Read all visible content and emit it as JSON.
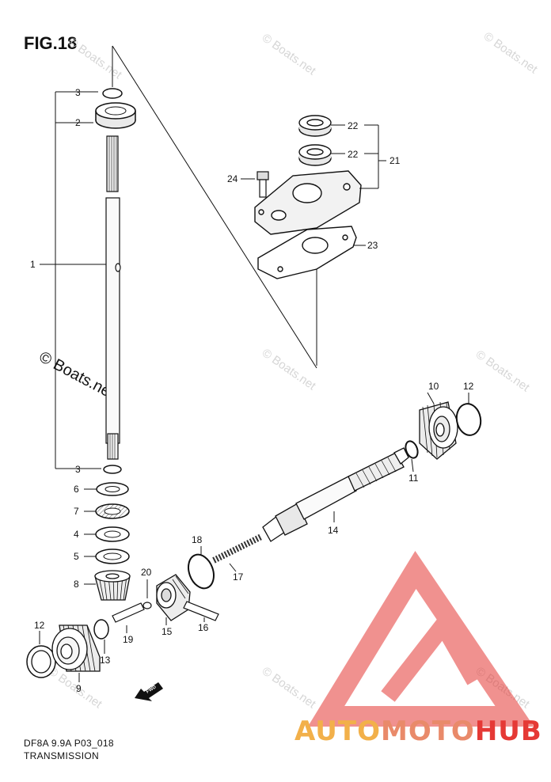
{
  "figure": {
    "title": "FIG.18",
    "code": "DF8A 9.9A P03_018",
    "subtitle": "TRANSMISSION"
  },
  "watermarks": [
    "© Boats.net",
    "© Boats.net",
    "© Boats.net",
    "© Boats.net",
    "© Boats.net",
    "© Boats.net",
    "© Boats.net",
    "© Boats.net",
    "© Boats.net"
  ],
  "callouts": {
    "c1": "1",
    "c2": "2",
    "c3a": "3",
    "c3b": "3",
    "c4": "4",
    "c5": "5",
    "c6": "6",
    "c7": "7",
    "c8": "8",
    "c9a": "9",
    "c10": "10",
    "c11": "11",
    "c12a": "12",
    "c12b": "12",
    "c13": "13",
    "c14": "14",
    "c15": "15",
    "c16": "16",
    "c17": "17",
    "c18": "18",
    "c19": "19",
    "c20": "20",
    "c21": "21",
    "c22a": "22",
    "c22b": "22",
    "c23": "23",
    "c24": "24"
  },
  "fwd_label": "FWD",
  "logo": {
    "part1": "AUTO",
    "part2": "MOTO",
    "part3": "HUB",
    "color_main": "#e53935",
    "color_accent": "#f2b04a"
  }
}
